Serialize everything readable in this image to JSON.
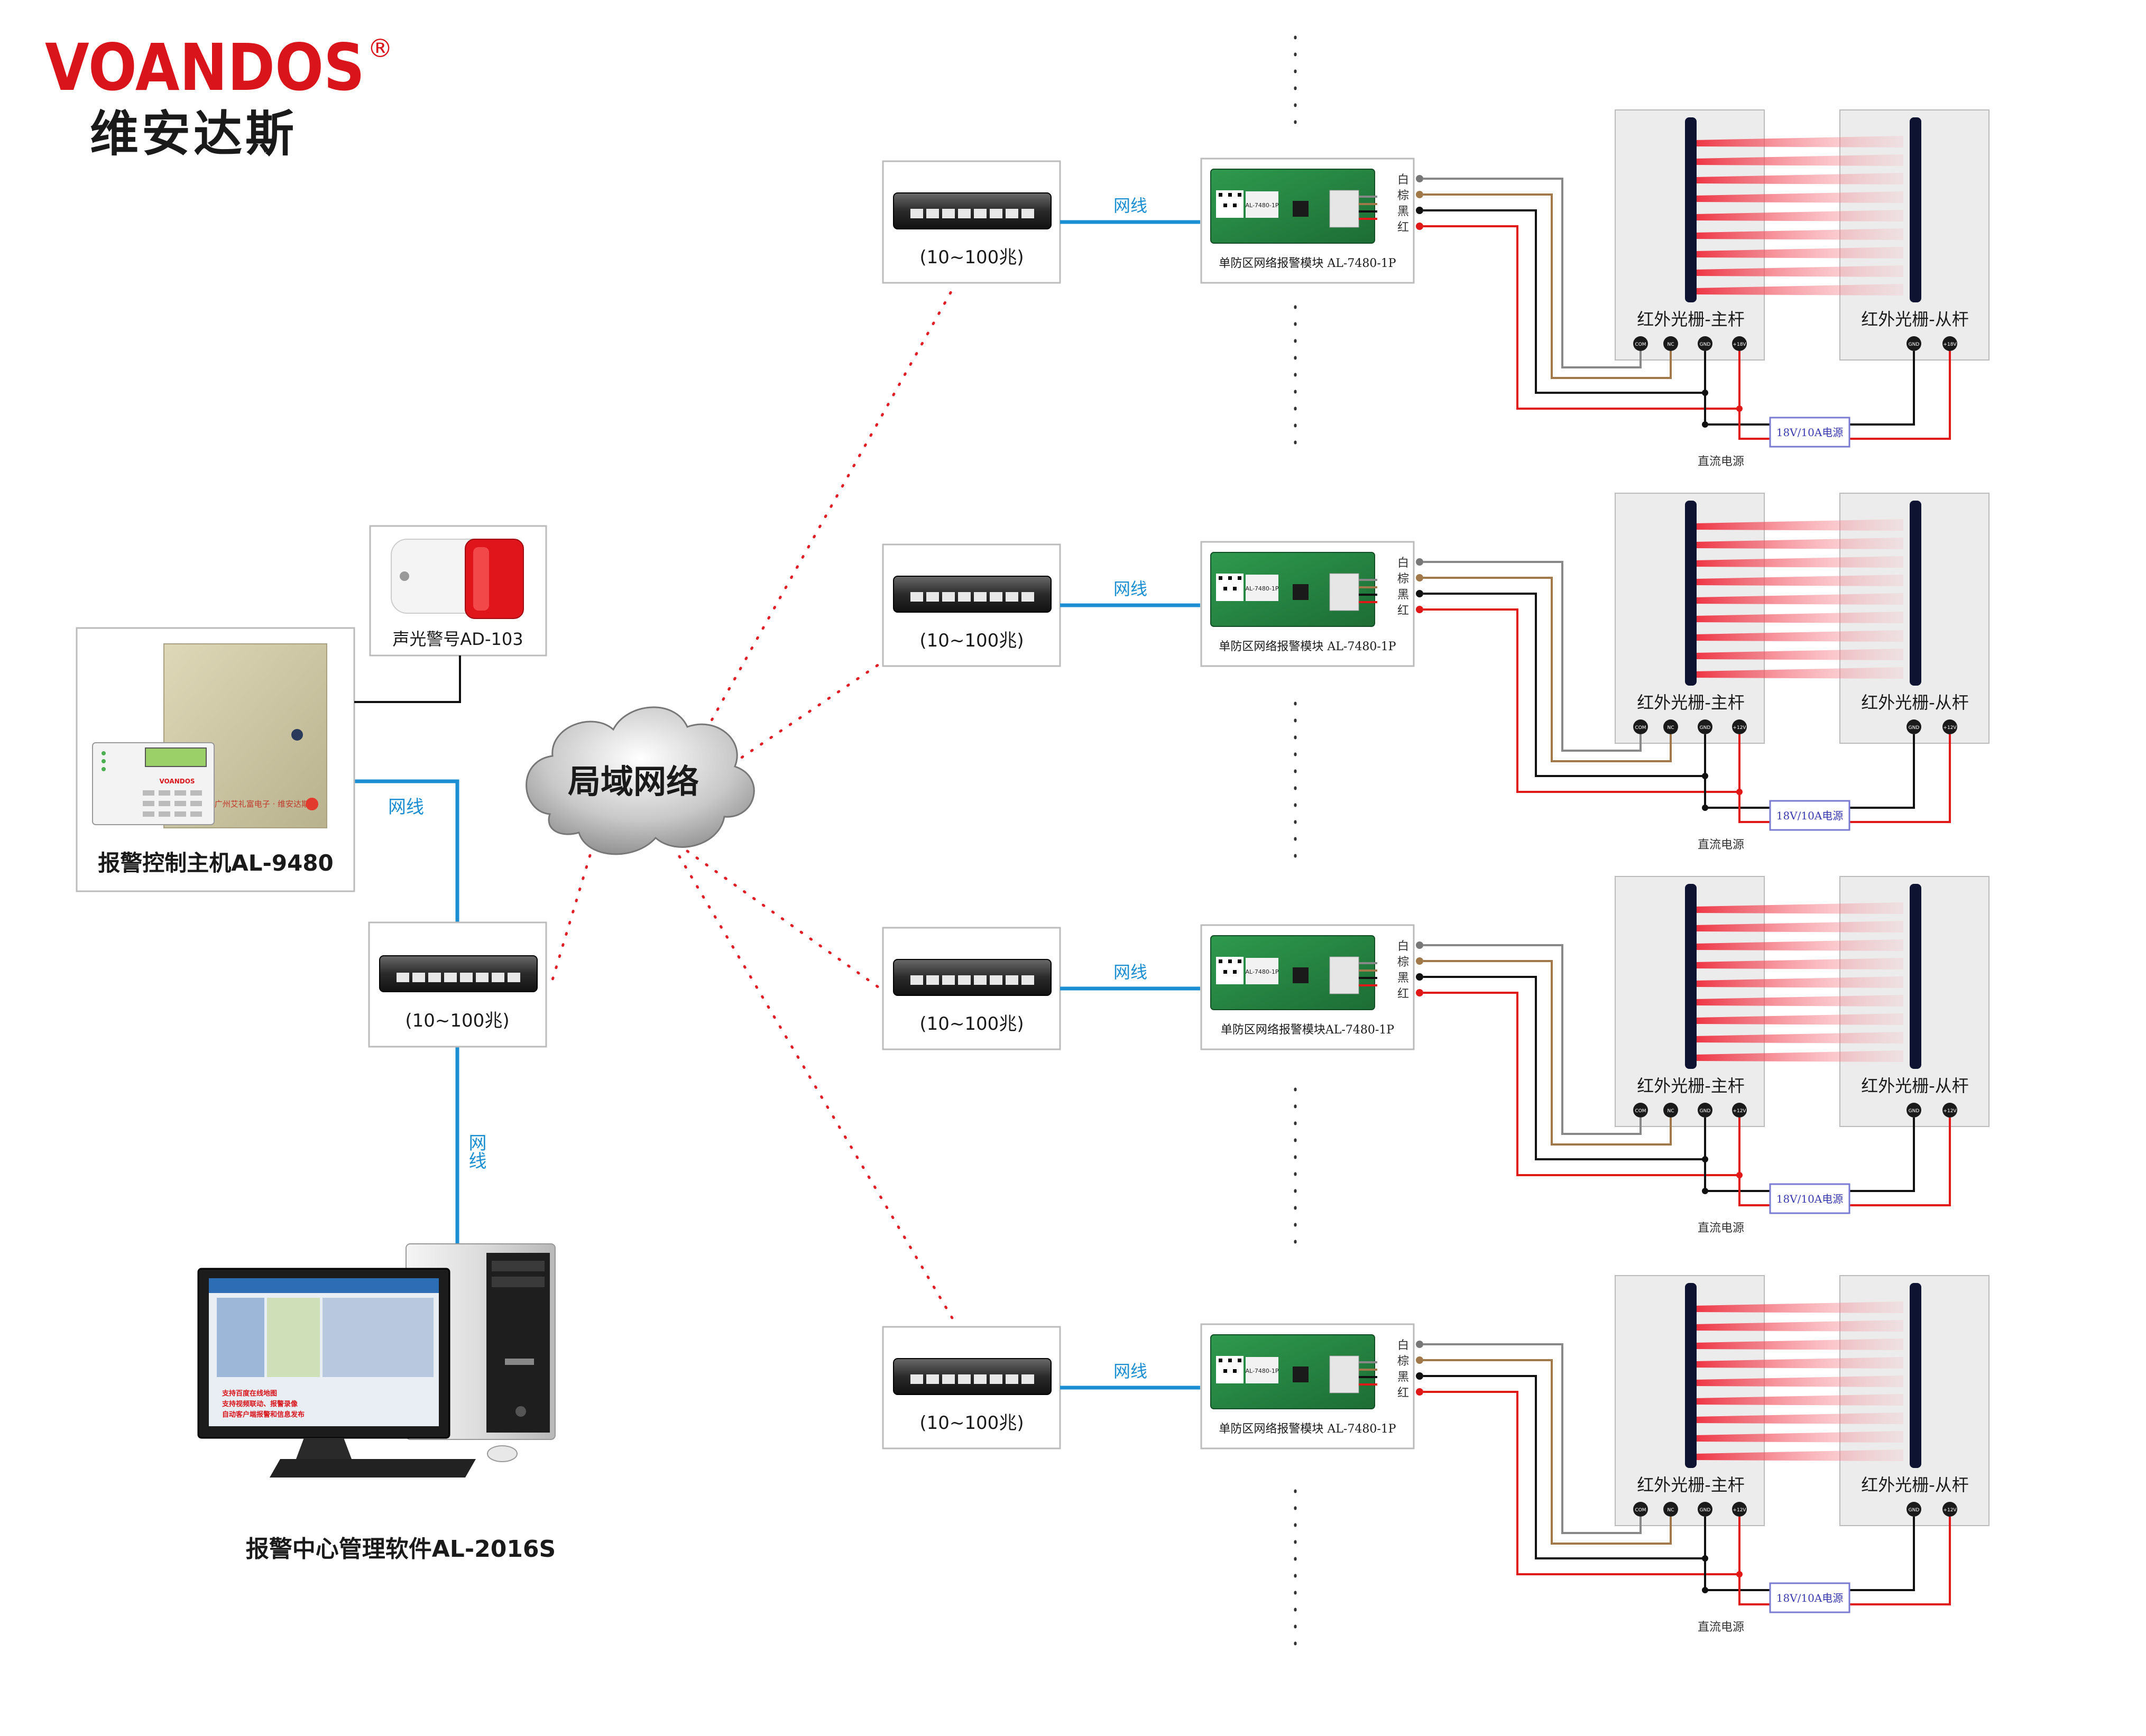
{
  "brand": {
    "logo_text": "VOANDOS",
    "registered_mark": "®",
    "name_cn": "维安达斯"
  },
  "colors": {
    "brand_red": "#d9141b",
    "network_blue": "#1b8fd2",
    "dotted_red": "#e11f26",
    "wire_white": "#888888",
    "wire_brown": "#a0784a",
    "wire_black": "#111111",
    "wire_red": "#e01818"
  },
  "center": {
    "alarm_host_label": "报警控制主机AL-9480",
    "siren_label": "声光警号AD-103",
    "switch_label": "(10~100兆)",
    "lan_label": "局域网络",
    "cable_label_h": "网线",
    "cable_label_v": "网线",
    "software_label": "报警中心管理软件AL-2016S",
    "host_panel_brand": "VOANDOS",
    "host_box_text": "广州艾礼富电子 · 维安达斯",
    "software_lines": [
      "支持百度在线地图",
      "支持视频联动、报警录像",
      "自动客户端报警和信息发布"
    ]
  },
  "zones": [
    {
      "switch_label": "(10~100兆)",
      "cable_label": "网线",
      "module_label": "单防区网络报警模块 AL-7480-1P",
      "module_chip": "AL-7480-1P",
      "wire_labels": [
        "白",
        "棕",
        "黑",
        "红"
      ],
      "master_label": "红外光栅-主杆",
      "slave_label": "红外光栅-从杆",
      "master_terms": [
        "COM",
        "NC",
        "GND",
        "+18V"
      ],
      "slave_terms": [
        "GND",
        "+18V"
      ],
      "psu_label": "18V/10A电源",
      "dc_label": "直流电源"
    },
    {
      "switch_label": "(10~100兆)",
      "cable_label": "网线",
      "module_label": "单防区网络报警模块 AL-7480-1P",
      "module_chip": "AL-7480-1P",
      "wire_labels": [
        "白",
        "棕",
        "黑",
        "红"
      ],
      "master_label": "红外光栅-主杆",
      "slave_label": "红外光栅-从杆",
      "master_terms": [
        "COM",
        "NC",
        "GND",
        "+12V"
      ],
      "slave_terms": [
        "GND",
        "+12V"
      ],
      "psu_label": "18V/10A电源",
      "dc_label": "直流电源"
    },
    {
      "switch_label": "(10~100兆)",
      "cable_label": "网线",
      "module_label": "单防区网络报警模块AL-7480-1P",
      "module_chip": "AL-7480-1P",
      "wire_labels": [
        "白",
        "棕",
        "黑",
        "红"
      ],
      "master_label": "红外光栅-主杆",
      "slave_label": "红外光栅-从杆",
      "master_terms": [
        "COM",
        "NC",
        "GND",
        "+12V"
      ],
      "slave_terms": [
        "GND",
        "+12V"
      ],
      "psu_label": "18V/10A电源",
      "dc_label": "直流电源"
    },
    {
      "switch_label": "(10~100兆)",
      "cable_label": "网线",
      "module_label": "单防区网络报警模块 AL-7480-1P",
      "module_chip": "AL-7480-1P",
      "wire_labels": [
        "白",
        "棕",
        "黑",
        "红"
      ],
      "master_label": "红外光栅-主杆",
      "slave_label": "红外光栅-从杆",
      "master_terms": [
        "COM",
        "NC",
        "GND",
        "+12V"
      ],
      "slave_terms": [
        "GND",
        "+12V"
      ],
      "psu_label": "18V/10A电源",
      "dc_label": "直流电源"
    }
  ]
}
